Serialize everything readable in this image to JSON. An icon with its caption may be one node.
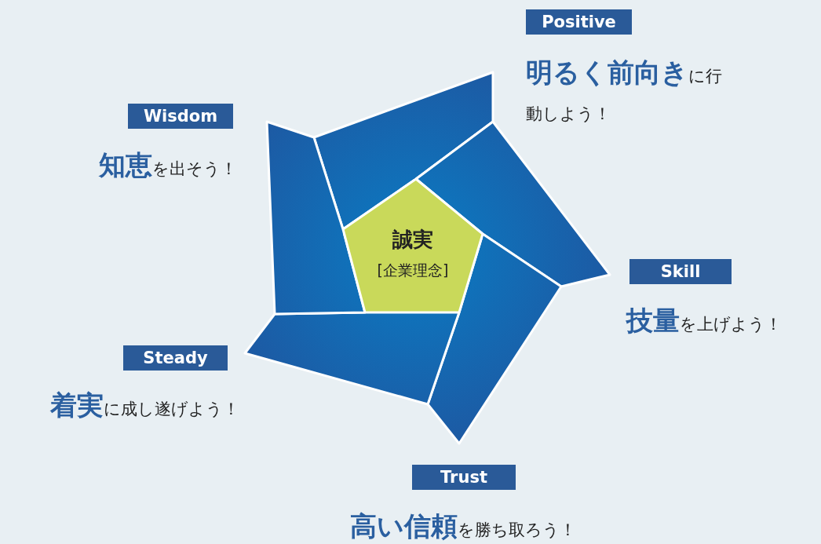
{
  "diagram": {
    "nodes": [
      {
        "text": [
          "Positive"
        ],
        "beside": [
          "**明るく前向き**に行動しよう！"
        ]
      },
      {
        "text": [
          "Wisdom"
        ],
        "beside": [
          "**知恵**を出そう！"
        ]
      },
      {
        "text": [
          "誠実",
          "[企業理念]"
        ]
      },
      {
        "text": [
          "Skill"
        ],
        "beside": [
          "**技量**を上げよう！"
        ]
      },
      {
        "text": [
          "Steady"
        ],
        "beside": [
          "**着実**に成し遂げよう！"
        ]
      },
      {
        "text": [
          "Trust"
        ],
        "beside": [
          "**高い信頼**を勝ち取ろう！"
        ]
      }
    ]
  }
}
